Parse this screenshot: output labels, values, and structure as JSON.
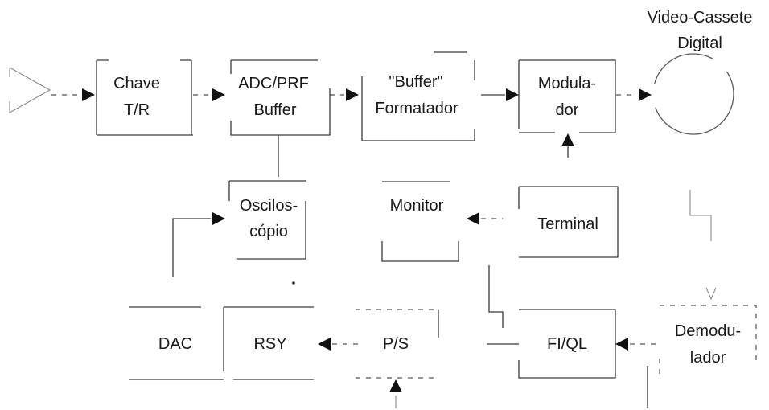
{
  "blocks": {
    "chave": [
      "Chave",
      "T/R"
    ],
    "adc": [
      "ADC/PRF",
      "Buffer"
    ],
    "buffer": [
      "\"Buffer\"",
      "Formatador"
    ],
    "modulador": [
      "Modula-",
      "dor"
    ],
    "vcr": [
      "Video-Cassete",
      "Digital"
    ],
    "osciloscopio": [
      "Oscilos-",
      "cópio"
    ],
    "monitor": [
      "Monitor"
    ],
    "terminal": [
      "Terminal"
    ],
    "dac": [
      "DAC"
    ],
    "rsy": [
      "RSY"
    ],
    "ps": [
      "P/S"
    ],
    "fiql": [
      "FI/QL"
    ],
    "demodulador": [
      "Demodu-",
      "lador"
    ]
  }
}
